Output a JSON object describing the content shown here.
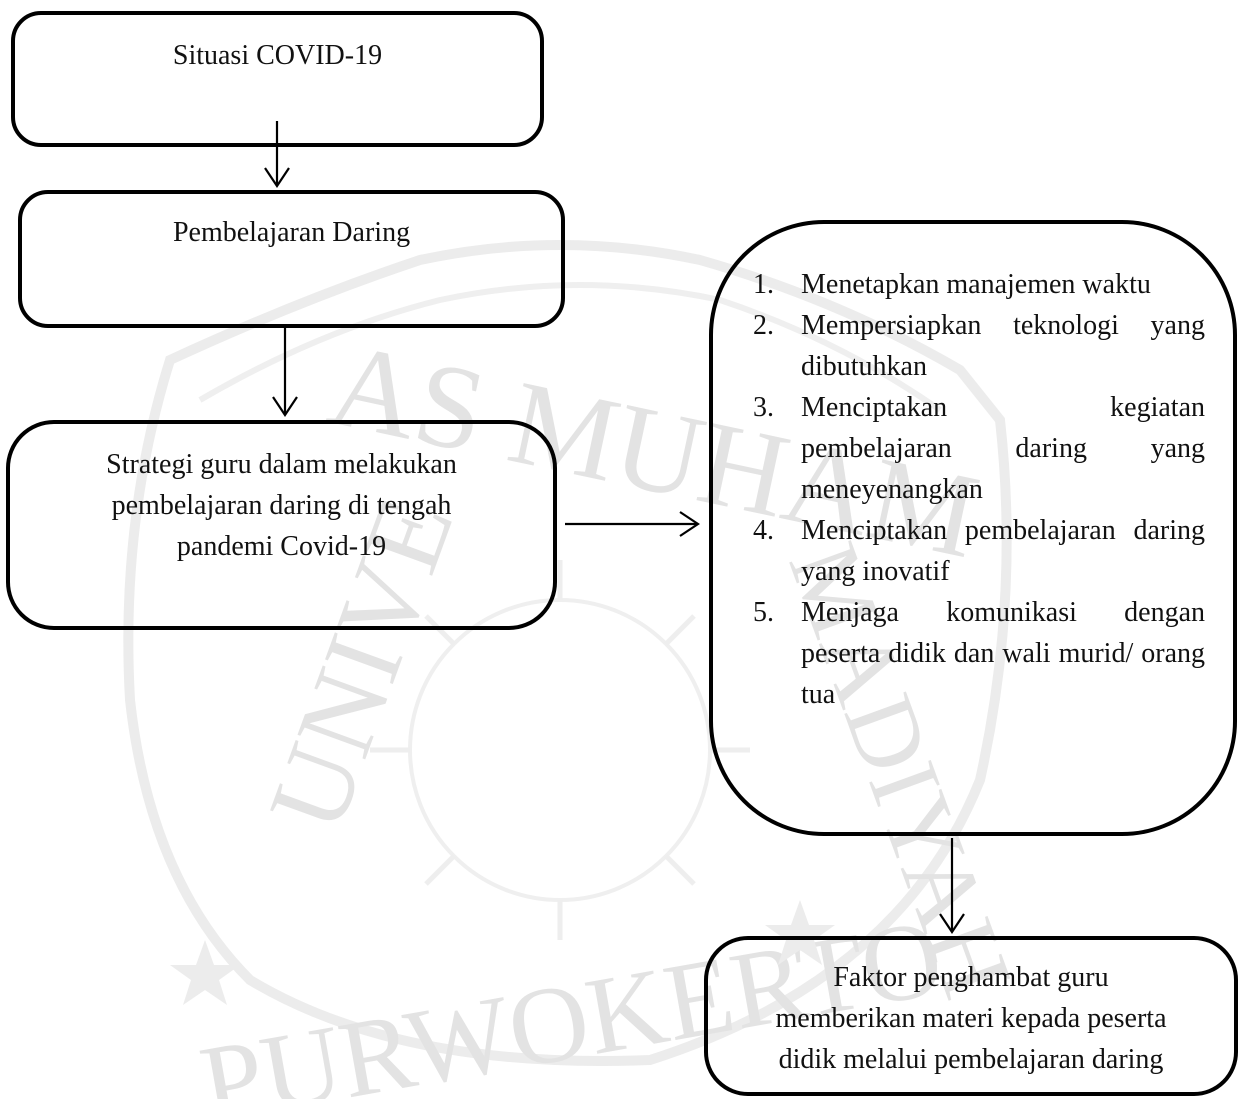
{
  "watermark": {
    "top_text": "AS MUHAM",
    "side_left": "UNIVE",
    "side_right": "MADIYAH",
    "bottom_text": "PURWOKERTO"
  },
  "boxes": {
    "situasi": "Situasi COVID-19",
    "pembelajaran": "Pembelajaran Daring",
    "strategi": [
      "Strategi guru dalam melakukan",
      "pembelajaran daring di tengah",
      "pandemi Covid-19"
    ],
    "steps": [
      {
        "num": "1.",
        "text": "Menetapkan manajemen waktu"
      },
      {
        "num": "2.",
        "text": "Mempersiapkan teknologi yang dibutuhkan"
      },
      {
        "num": "3.",
        "text": "Menciptakan kegiatan pembelajaran daring yang meneyenangkan"
      },
      {
        "num": "4.",
        "text": "Menciptakan pembelajaran daring yang inovatif"
      },
      {
        "num": "5.",
        "text": "Menjaga komunikasi dengan peserta didik dan wali murid/ orang tua"
      }
    ],
    "faktor": [
      "Faktor penghambat guru",
      "memberikan materi kepada peserta",
      "didik melalui pembelajaran daring"
    ]
  }
}
